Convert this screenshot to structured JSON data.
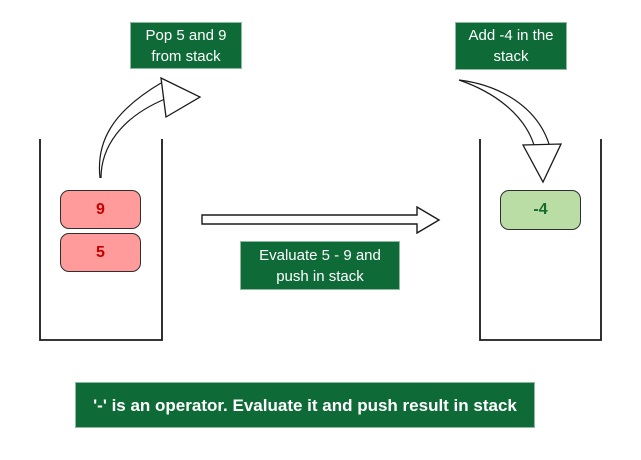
{
  "diagram": {
    "title": "Postfix evaluation stack step",
    "colors": {
      "label_fill": "#0e6b38",
      "label_border": "#8fb9a0",
      "label_text": "#ffffff",
      "operand_fill": "#ff9b9b",
      "operand_text": "#c40000",
      "result_fill": "#b9dda4",
      "result_text": "#166b2b",
      "outline_stroke": "#1a1a1a",
      "background": "#ffffff"
    },
    "labels": {
      "pop": {
        "line1": "Pop 5 and 9",
        "line2": "from stack"
      },
      "add": {
        "line1": "Add -4 in the",
        "line2": "stack"
      },
      "evaluate": {
        "line1": "Evaluate 5 - 9 and",
        "line2": "push in stack"
      },
      "footer": "'-' is an operator. Evaluate it and push result in stack"
    },
    "left_stack": {
      "description": "stack before evaluation",
      "items": [
        "9",
        "5"
      ]
    },
    "right_stack": {
      "description": "stack after evaluation",
      "items": [
        "-4"
      ]
    }
  }
}
